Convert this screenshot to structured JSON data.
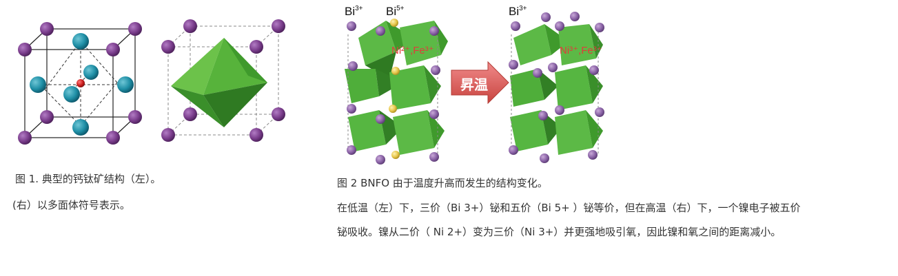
{
  "figure1": {
    "caption_line1": "图 1. 典型的钙钛矿结构（左）。",
    "caption_line2": "(右）以多面体符号表示。"
  },
  "figure2": {
    "label_bi3_left": "Bi",
    "label_bi3_left_sup": "3+",
    "label_bi5": "Bi",
    "label_bi5_sup": "5+",
    "label_ni_fe_left": "Ni²⁺,Fe³⁺",
    "label_bi3_right": "Bi",
    "label_bi3_right_sup": "3+",
    "label_ni_fe_right": "Ni³⁺,Fe³⁺",
    "arrow_label": "昇温",
    "caption_title": "图 2 BNFO 由于温度升高而发生的结构变化。",
    "caption_body_line1": "在低温（左）下，三价（Bi 3+）铋和五价（Bi 5+ ）铋等价，但在高温（右）下，一个镍电子被五价",
    "caption_body_line2": "铋吸收。镍从二价（ Ni 2+）变为三价（Ni 3+）并更强地吸引氧，因此镍和氧之间的距离减小。"
  },
  "colors": {
    "purple_atom": "#7a3d8c",
    "teal_atom": "#1f8fa6",
    "red_atom": "#cc1f1f",
    "green_octahedron": "#4caf3c",
    "yellow_atom": "#e6c64a",
    "arrow": "#d65a5a"
  }
}
